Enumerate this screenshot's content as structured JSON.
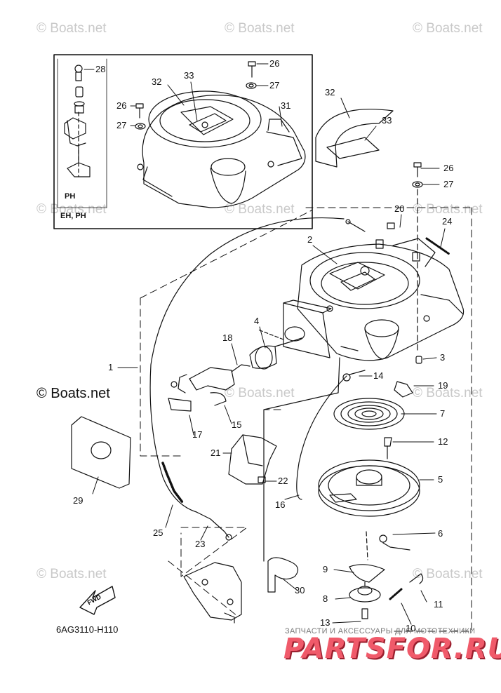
{
  "watermarks": [
    "© Boats.net",
    "© Boats.net",
    "© Boats.net",
    "© Boats.net",
    "© Boats.net",
    "© Boats.net",
    "© Boats.net",
    "© Boats.net",
    "© Boats.net",
    "© Boats.net",
    "© Boats.net"
  ],
  "inset": {
    "tag_top": "PH",
    "tag_bottom": "EH, PH"
  },
  "drawing_code": "6AG3110-H110",
  "fwd_label": "FWD",
  "promo": {
    "subtitle": "ЗАПЧАСТИ И АКСЕССУАРЫ ДЛЯ МОТОТЕХНИКИ",
    "brand": "PARTSFOR.RU"
  },
  "callouts": {
    "inset_28": "28",
    "inset_26a": "26",
    "inset_27a": "27",
    "inset_26b": "26",
    "inset_27b": "27",
    "inset_32": "32",
    "inset_33": "33",
    "inset_31": "31",
    "p32": "32",
    "p33": "33",
    "p26": "26",
    "p27": "27",
    "p20": "20",
    "p24": "24",
    "p2": "2",
    "p3": "3",
    "p4": "4",
    "p18": "18",
    "p1": "1",
    "p14": "14",
    "p19": "19",
    "p7": "7",
    "p17": "17",
    "p15": "15",
    "p12": "12",
    "p21": "21",
    "p22": "22",
    "p5": "5",
    "p16": "16",
    "p29": "29",
    "p25": "25",
    "p23": "23",
    "p6": "6",
    "p9": "9",
    "p8": "8",
    "p11": "11",
    "p30": "30",
    "p13": "13",
    "p10": "10"
  }
}
